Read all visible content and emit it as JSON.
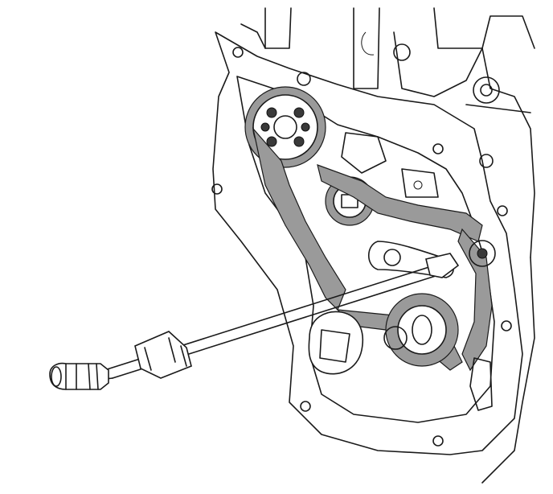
{
  "figure": {
    "colors": {
      "line": "#1a1a1a",
      "chain": "#9a9a9a",
      "background": "#ffffff"
    },
    "parts": [
      "engine-block",
      "timing-cover-housing",
      "upper-sprocket",
      "idler-sprocket",
      "timing-chain",
      "crankshaft-sprocket",
      "chain-guide",
      "lower-mount-boss",
      "tensioner-tool-rod",
      "tool-bolt",
      "tool-nut"
    ]
  }
}
